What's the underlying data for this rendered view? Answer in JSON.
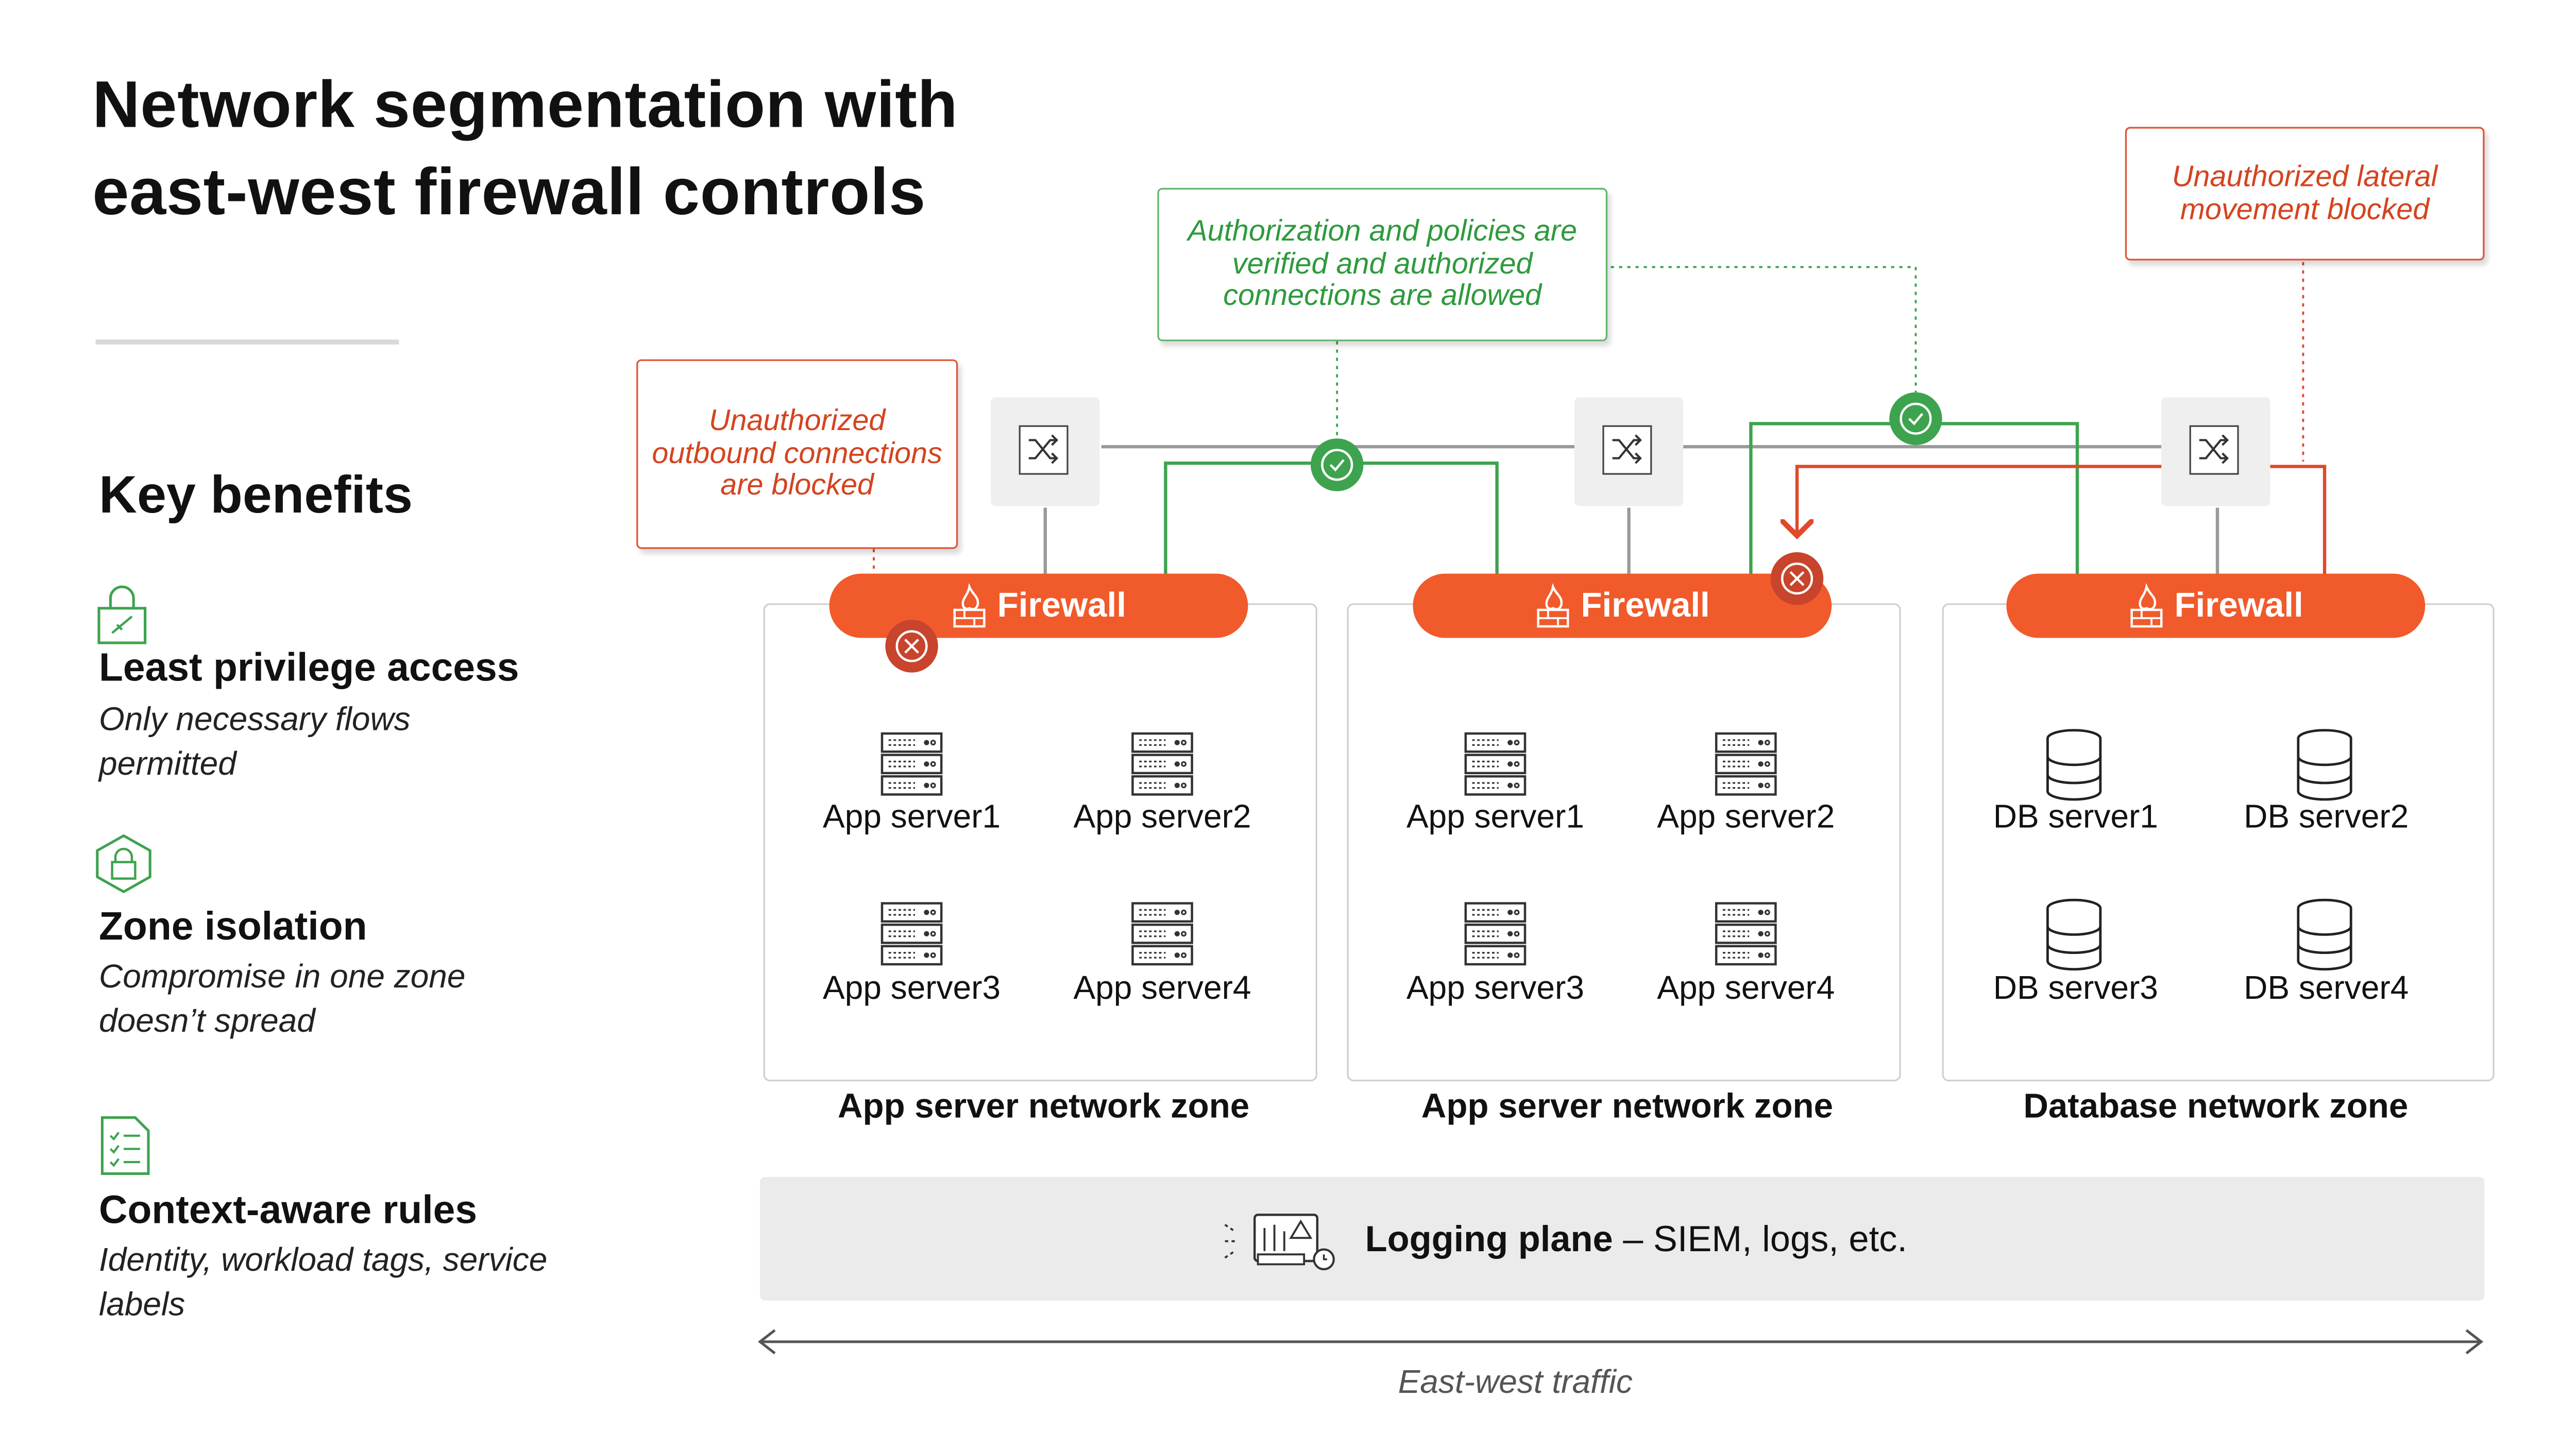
{
  "title": "Network segmentation with east-west firewall controls",
  "key_benefits": {
    "heading": "Key benefits",
    "items": [
      {
        "title": "Least privilege access",
        "desc": "Only necessary flows permitted",
        "icon": "lock-icon"
      },
      {
        "title": "Zone isolation",
        "desc": "Compromise in one zone doesn’t spread",
        "icon": "shield-lock-icon"
      },
      {
        "title": "Context-aware rules",
        "desc": "Identity, workload tags, service labels",
        "icon": "checklist-icon"
      }
    ]
  },
  "callouts": {
    "outbound_blocked": "Unauthorized outbound connections are blocked",
    "authorized_allowed": "Authorization and policies are verified and authorized connections are allowed",
    "lateral_blocked": "Unauthorized lateral movement blocked"
  },
  "firewall_label": "Firewall",
  "zones": [
    {
      "label": "App server network zone",
      "servers": [
        "App server1",
        "App server2",
        "App server3",
        "App server4"
      ],
      "type": "app"
    },
    {
      "label": "App server network zone",
      "servers": [
        "App server1",
        "App server2",
        "App server3",
        "App server4"
      ],
      "type": "app"
    },
    {
      "label": "Database network zone",
      "servers": [
        "DB server1",
        "DB server2",
        "DB server3",
        "DB server4"
      ],
      "type": "db"
    }
  ],
  "logging": {
    "bold": "Logging plane",
    "rest": " – SIEM, logs, etc."
  },
  "east_west_label": "East-west traffic",
  "colors": {
    "accent": "#f15a2b",
    "allowed": "#3ea34f",
    "blocked": "#e0492a",
    "gray": "#9a9a9a"
  }
}
